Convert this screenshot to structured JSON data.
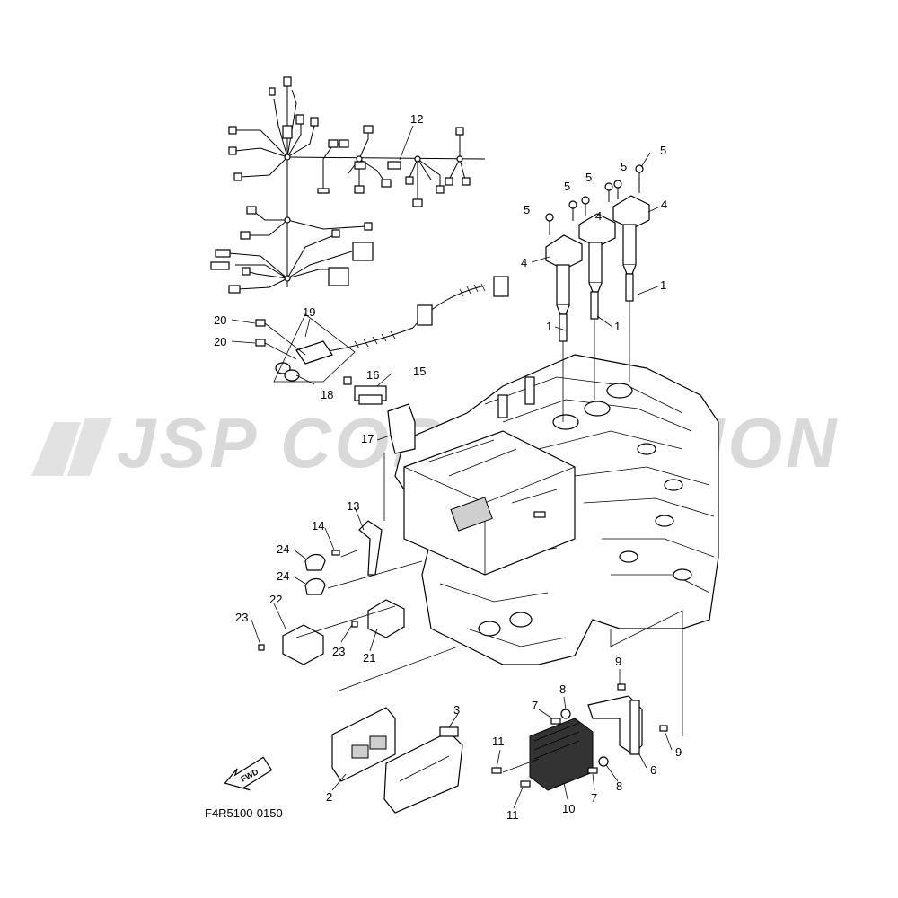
{
  "watermark": {
    "text": "JSP CORPORATION"
  },
  "diagram_code": "F4R5100-0150",
  "fwd_label": "FWD",
  "callouts": {
    "c1a": "1",
    "c1b": "1",
    "c1c": "1",
    "c2": "2",
    "c3": "3",
    "c4a": "4",
    "c4b": "4",
    "c4c": "4",
    "c5a": "5",
    "c5b": "5",
    "c5c": "5",
    "c5d": "5",
    "c5e": "5",
    "c6": "6",
    "c7a": "7",
    "c7b": "7",
    "c8a": "8",
    "c8b": "8",
    "c9a": "9",
    "c9b": "9",
    "c10": "10",
    "c11a": "11",
    "c11b": "11",
    "c12": "12",
    "c13": "13",
    "c14": "14",
    "c15": "15",
    "c16": "16",
    "c17": "17",
    "c18": "18",
    "c19": "19",
    "c20a": "20",
    "c20b": "20",
    "c21": "21",
    "c22": "22",
    "c23a": "23",
    "c23b": "23",
    "c24a": "24",
    "c24b": "24"
  }
}
